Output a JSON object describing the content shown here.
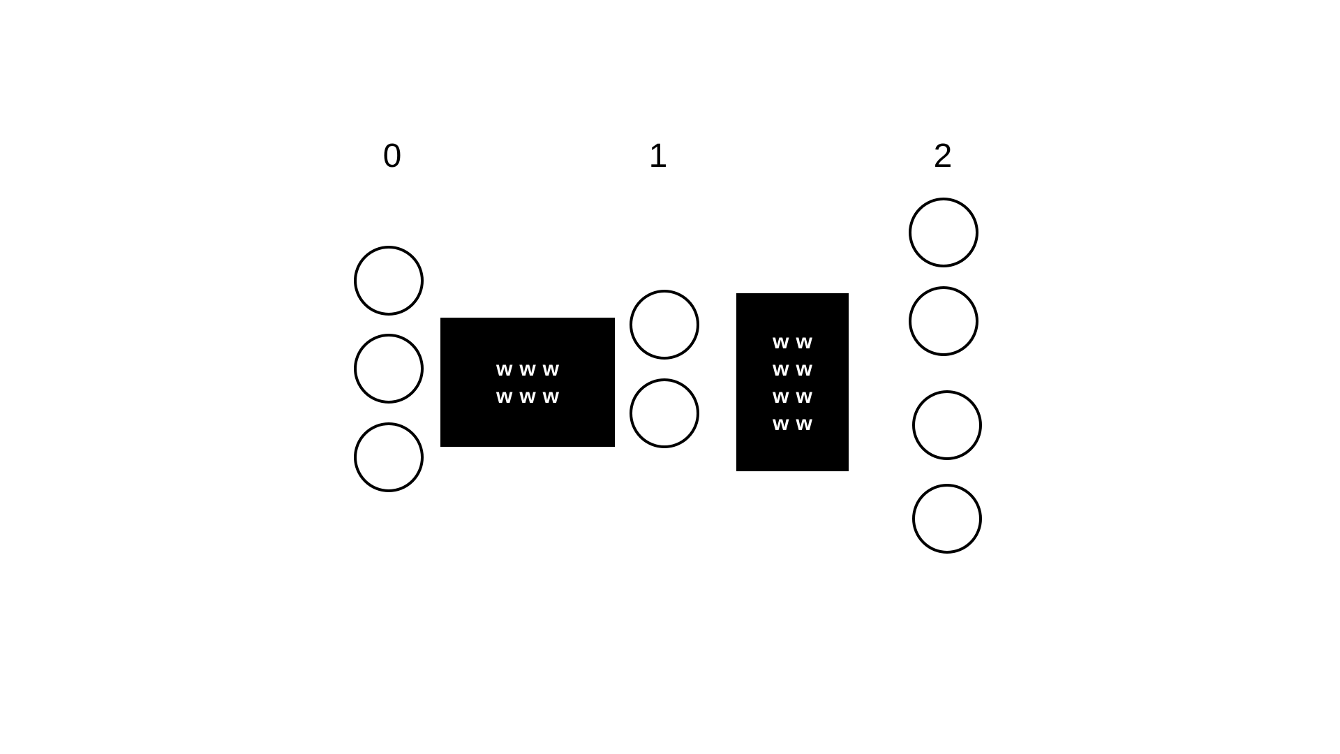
{
  "diagram": {
    "layers": [
      {
        "label": "0",
        "neurons": 3
      },
      {
        "label": "1",
        "neurons": 2
      },
      {
        "label": "2",
        "neurons": 4
      }
    ],
    "weights": [
      {
        "rows": 2,
        "cols": 3,
        "symbol": "w"
      },
      {
        "rows": 4,
        "cols": 2,
        "symbol": "w"
      }
    ],
    "colors": {
      "stroke": "#000000",
      "fill": "#ffffff",
      "matrix_fill": "#000000",
      "matrix_text": "#ffffff"
    }
  }
}
